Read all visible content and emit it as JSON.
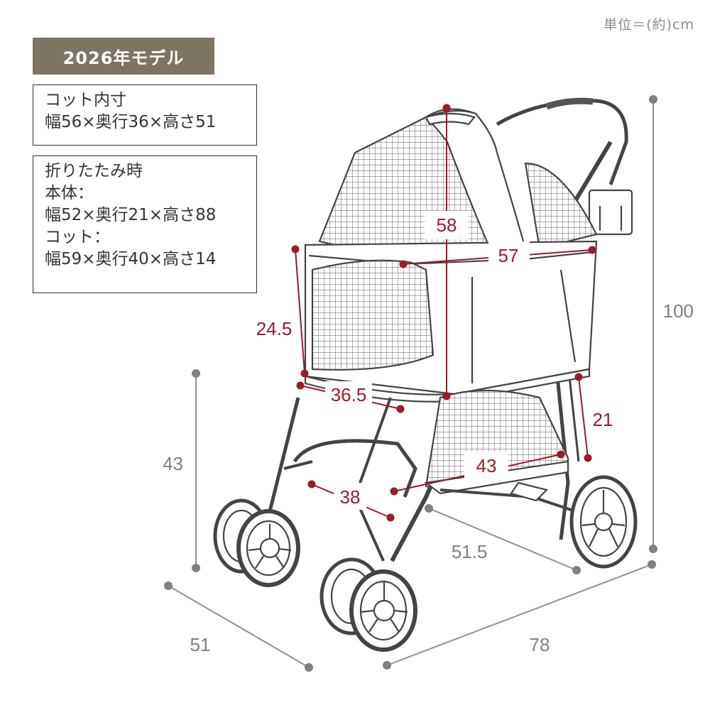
{
  "unit_label": "単位＝(約)cm",
  "model_badge": "2026年モデル",
  "cot_box": {
    "title": "コット内寸",
    "size": "幅56×奥行36×高さ51"
  },
  "fold_box": {
    "title": "折りたたみ時",
    "body_label": "本体：",
    "body_size": "幅52×奥行21×高さ88",
    "cot_label": "コット：",
    "cot_size": "幅59×奥行40×高さ14"
  },
  "dimensions_outer": {
    "height_total": "100",
    "seat_height": "43",
    "depth": "51",
    "width": "78",
    "wheelbase": "51.5"
  },
  "dimensions_inner": {
    "cot_height": "58",
    "cot_width": "57",
    "cot_side_height": "24.5",
    "cot_depth": "36.5",
    "basket_height": "21",
    "basket_width": "43",
    "basket_depth": "38"
  },
  "colors": {
    "badge": "#7d7464",
    "accent": "#9c1a2a",
    "gray": "#808080",
    "line": "#333333"
  }
}
